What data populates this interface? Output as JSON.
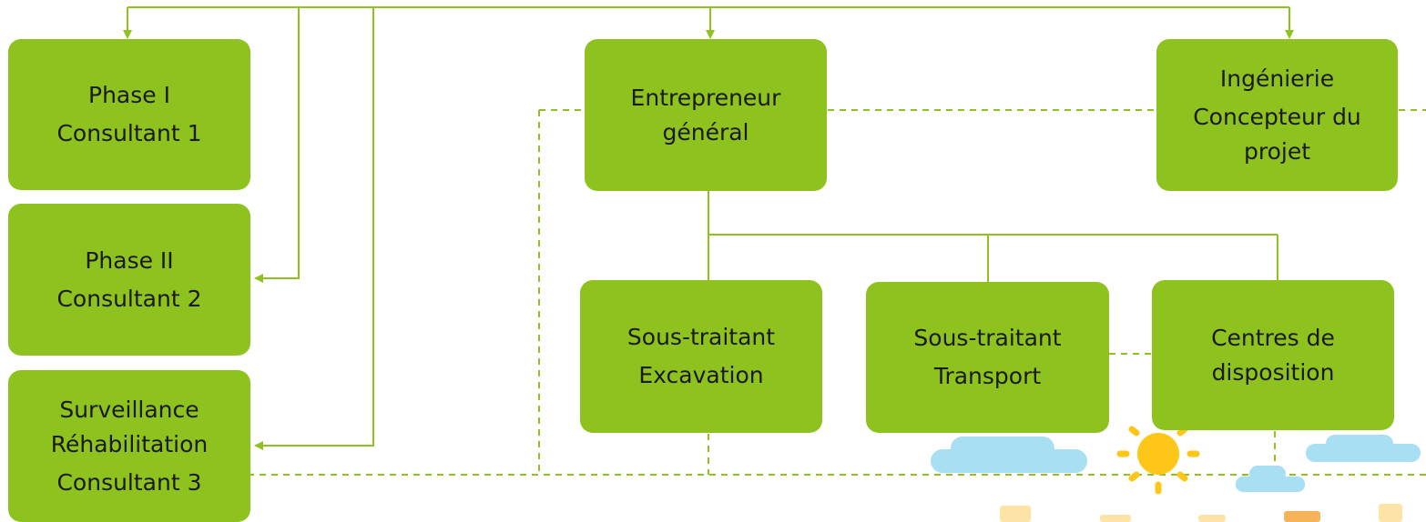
{
  "nodes": {
    "phase1": {
      "line1": "Phase I",
      "line2": "Consultant 1"
    },
    "phase2": {
      "line1": "Phase II",
      "line2": "Consultant 2"
    },
    "surveillance": {
      "line1": "Surveillance",
      "line2": "Réhabilitation",
      "line3": "Consultant 3"
    },
    "entrepreneur": {
      "line1": "Entrepreneur",
      "line2": "général"
    },
    "ingenierie": {
      "line1": "Ingénierie",
      "line2": "Concepteur du",
      "line3": "projet"
    },
    "excavation": {
      "line1": "Sous-traitant",
      "line2": "Excavation"
    },
    "transport": {
      "line1": "Sous-traitant",
      "line2": "Transport"
    },
    "disposition": {
      "line1": "Centres de",
      "line2": "disposition"
    }
  },
  "colors": {
    "box": "#8dc21f",
    "line": "#8dc21f",
    "text": "#1a1a1a",
    "sun": "#ffc61a",
    "cloud": "#a8dff2"
  }
}
